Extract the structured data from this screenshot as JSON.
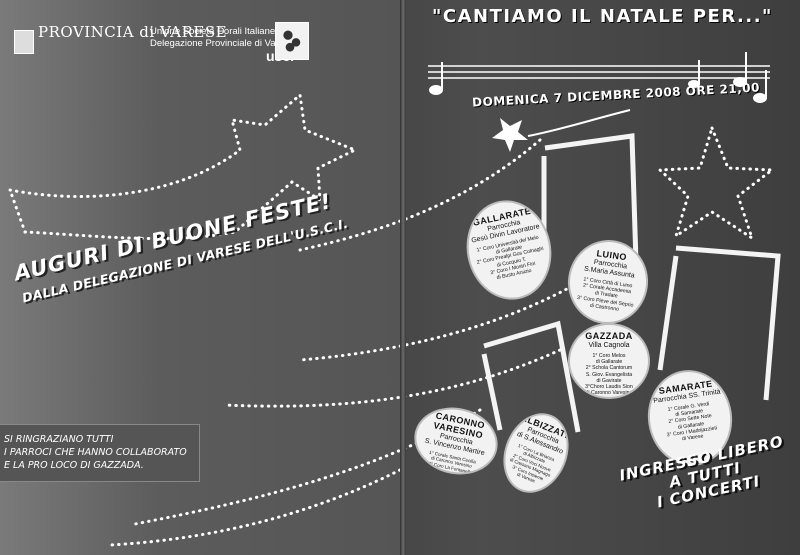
{
  "left_page": {
    "organization": "PROVINCIA di VARESE",
    "usci": {
      "line1": "Unione Società Corali Italiane",
      "line2": "Delegazione Provinciale di Varese",
      "logo_text": "usci"
    },
    "greeting": {
      "line1": "AUGURI DI BUONE FESTE!",
      "line2": "DALLA DELEGAZIONE DI VARESE DELL'U.S.C.I."
    },
    "thanks": [
      "SI RINGRAZIANO TUTTI",
      "I PARROCI CHE HANNO COLLABORATO",
      "E LA PRO LOCO DI GAZZADA."
    ]
  },
  "right_page": {
    "title": "\"CANTIAMO IL NATALE PER...\"",
    "date": "DOMENICA 7 DICEMBRE 2008 ORE 21,00",
    "venues": [
      {
        "town": "GALLARATE",
        "parish": [
          "Parrocchia",
          "Gesù Divin Lavoratore"
        ],
        "choirs": [
          "1° Coro Università del Melo",
          "di Gallarate",
          "2° Coro Prealpi Gos Colnaghi",
          "di Cocquio T.",
          "3° Coro I Mostri Fini",
          "di Busto Arsizio"
        ]
      },
      {
        "town": "LUINO",
        "parish": [
          "Parrocchia",
          "S.Maria Assunta"
        ],
        "choirs": [
          "1° Coro Città di Luino",
          "2° Corale Accademia",
          "di Tradate",
          "3° Coro Pieve del Seprio",
          "di Castronno"
        ]
      },
      {
        "town": "GAZZADA",
        "parish": [
          "Villa Cagnola"
        ],
        "choirs": [
          "1° Coro Melos",
          "di Gallarate",
          "2° Schola Cantorum",
          "S. Giov. Evangelista",
          "di Gavirate",
          "3°Choro Laudis Sion",
          "di Caronno Varesino"
        ]
      },
      {
        "town": "SAMARATE",
        "parish": [
          "Parrocchia SS. Trinità"
        ],
        "choirs": [
          "1° Corale G. Verdi",
          "di Samarate",
          "2° Coro Sette Note",
          "di Gallarate",
          "3° Coro I Madrijazzieti",
          "di Varese"
        ]
      },
      {
        "town": "CARONNO VARESINO",
        "parish": [
          "Parrocchia",
          "S. Vincenzo Martire"
        ],
        "choirs": [
          "1° Corale Santa Cecilia",
          "di Caronno Varesino",
          "2° Coro La Fontanella",
          "di Cassano Magnago",
          "3° Coro Calicantus Bernonica",
          "di Vergiate"
        ]
      },
      {
        "town": "ALBIZZATE",
        "parish": [
          "Parrocchia",
          "di S.Alessandro"
        ],
        "choirs": [
          "1° Coro La Brianza",
          "di Albizzate",
          "2° Coro Voci Nuove",
          "di Cassano Magnago",
          "3° Coro Insieme",
          "di Varese"
        ]
      }
    ],
    "footer": [
      "INGRESSO LIBERO",
      "A TUTTI",
      "I CONCERTI"
    ]
  }
}
